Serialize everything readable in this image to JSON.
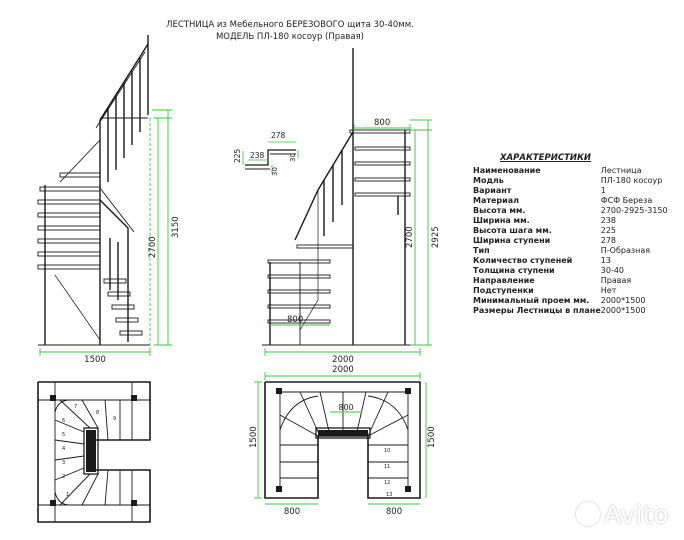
{
  "title": {
    "line1": "ЛЕСТНИЦА из Мебельного БЕРЕЗОВОГО щита 30-40мм.",
    "line2": "МОДЕЛЬ ПЛ-180 косоур (Правая)"
  },
  "specs": {
    "heading": "ХАРАКТЕРИСТИКИ",
    "rows": [
      {
        "k": "Наименование",
        "v": "Лестница"
      },
      {
        "k": "Модль",
        "v": "ПЛ-180 косоур"
      },
      {
        "k": "Вариант",
        "v": "1"
      },
      {
        "k": "Материал",
        "v": "ФСФ Береза"
      },
      {
        "k": "Высота мм.",
        "v": "2700-2925-3150"
      },
      {
        "k": "Ширина мм.",
        "v": "238"
      },
      {
        "k": "Высота шага мм.",
        "v": "225"
      },
      {
        "k": "Ширина ступени",
        "v": "278"
      },
      {
        "k": "Тип",
        "v": "П-Образная"
      },
      {
        "k": "Количество ступеней",
        "v": "13"
      },
      {
        "k": "Толщина ступени",
        "v": "30-40"
      },
      {
        "k": "Направление",
        "v": "Правая"
      },
      {
        "k": "Подступенки",
        "v": "Нет"
      },
      {
        "k": "Минимальный проем мм.",
        "v": "2000*1500"
      },
      {
        "k": "Размеры Лестницы в плане",
        "v": "2000*1500"
      }
    ]
  },
  "dims": {
    "side_width": "1500",
    "side_h1": "2700",
    "side_h2": "3150",
    "front_width": "2000",
    "front_top": "800",
    "front_bottom": "800",
    "front_h1": "2700",
    "front_h2": "2925",
    "step_w": "278",
    "step_h1": "225",
    "step_d": "238",
    "step_t1": "30",
    "step_t2": "30",
    "plan_right_w": "2000",
    "plan_right_h": "1500",
    "plan_right_h2": "1500",
    "plan_right_mid": "800",
    "plan_right_b1": "800",
    "plan_right_b2": "800"
  },
  "plan_numbers": [
    "1",
    "2",
    "3",
    "4",
    "5",
    "6",
    "7",
    "8",
    "9",
    "10",
    "11",
    "12",
    "13"
  ],
  "watermark": "Avito",
  "colors": {
    "line": "#1a1a1a",
    "dim": "#3ec23e",
    "text": "#222222"
  }
}
